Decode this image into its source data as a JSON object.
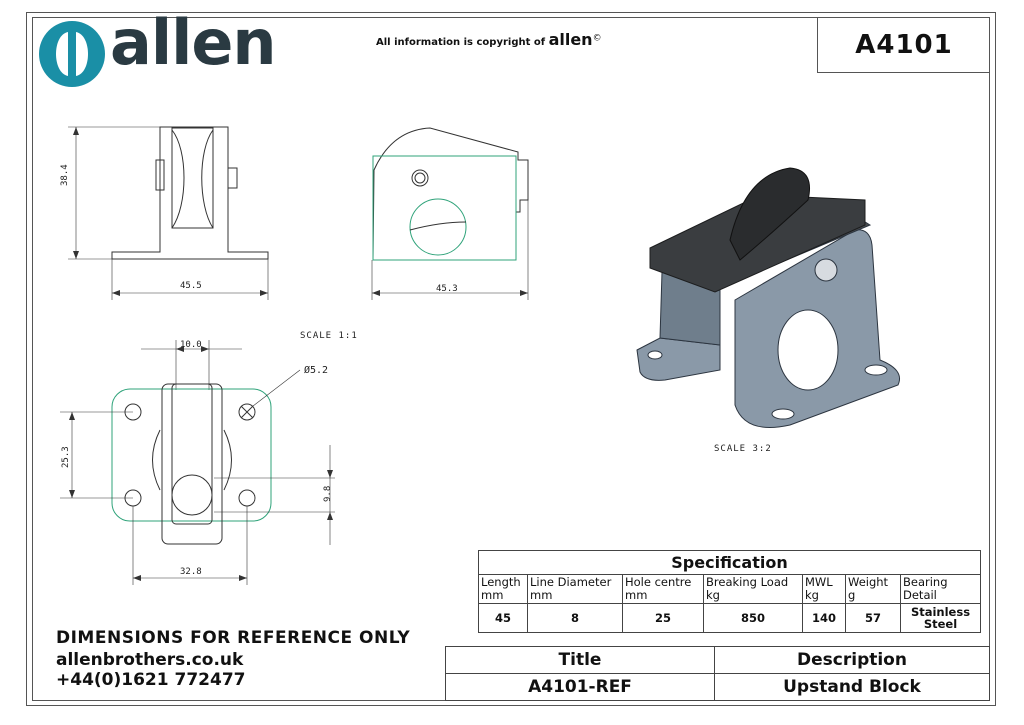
{
  "brand": {
    "name": "allen",
    "copyright_prefix": "All information is copyright of",
    "copyright_brand": "allen",
    "copyright_mark": "©"
  },
  "part_number": "A4101",
  "dimensions": {
    "side_height": "38.4",
    "side_width": "45.5",
    "front_width": "45.3",
    "top_width": "10.0",
    "hole_dia": "Ø5.2",
    "hole_centres": "25.3",
    "inner_height": "9.8",
    "base_width": "32.8"
  },
  "scales": {
    "drawing": "SCALE  1:1",
    "iso": "SCALE  3:2"
  },
  "specification": {
    "title": "Specification",
    "headers": [
      [
        "Length",
        "mm"
      ],
      [
        "Line Diameter",
        "mm"
      ],
      [
        "Hole centre",
        "mm"
      ],
      [
        "Breaking Load",
        "kg"
      ],
      [
        "MWL",
        "kg"
      ],
      [
        "Weight",
        "g"
      ],
      [
        "Bearing",
        "Detail"
      ]
    ],
    "values": [
      "45",
      "8",
      "25",
      "850",
      "140",
      "57",
      "Stainless Steel"
    ]
  },
  "title_block": {
    "title_label": "Title",
    "description_label": "Description",
    "title_value": "A4101-REF",
    "description_value": "Upstand Block"
  },
  "footer": {
    "notice": "DIMENSIONS FOR REFERENCE ONLY",
    "website": "allenbrothers.co.uk",
    "phone": "+44(0)1621 772477"
  },
  "colors": {
    "logo_teal": "#1a8fa6",
    "logo_text": "#2a3a42",
    "body_grey": "#8a99a8",
    "cover_dark": "#3a3d40",
    "hidden_line": "#2fa37a"
  }
}
